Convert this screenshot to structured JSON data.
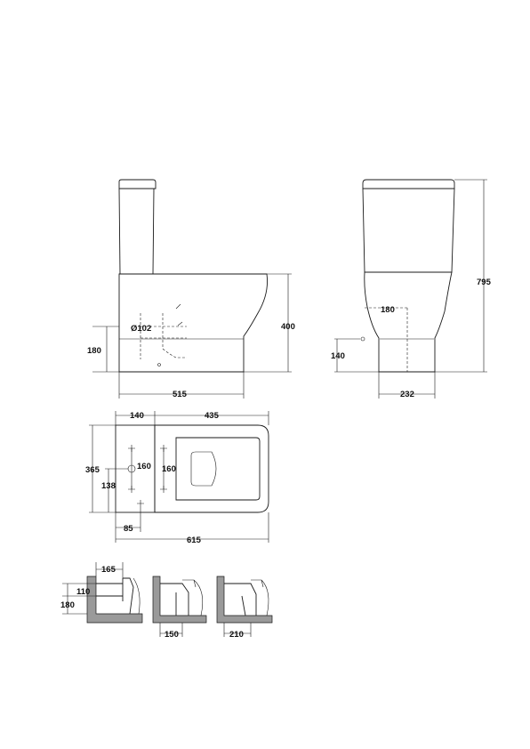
{
  "side_view": {
    "dia_label": "Ø102",
    "height_label": "400",
    "inlet_height_label": "180",
    "depth_label": "515"
  },
  "front_view": {
    "total_height_label": "795",
    "offset_label": "180",
    "inlet_height_label": "140",
    "width_label": "232"
  },
  "plan_view": {
    "cistern_depth_label": "140",
    "pan_depth_label": "435",
    "width_label": "365",
    "fix_spacing_left_label": "160",
    "fix_spacing_right_label": "160",
    "inlet_offset_label": "138",
    "waste_offset_label": "85",
    "total_depth_label": "615"
  },
  "outlet_details": {
    "detail1_depth_label": "165",
    "detail1_height_label": "110",
    "detail1_floor_label": "180",
    "detail2_label": "150",
    "detail3_label": "210"
  }
}
